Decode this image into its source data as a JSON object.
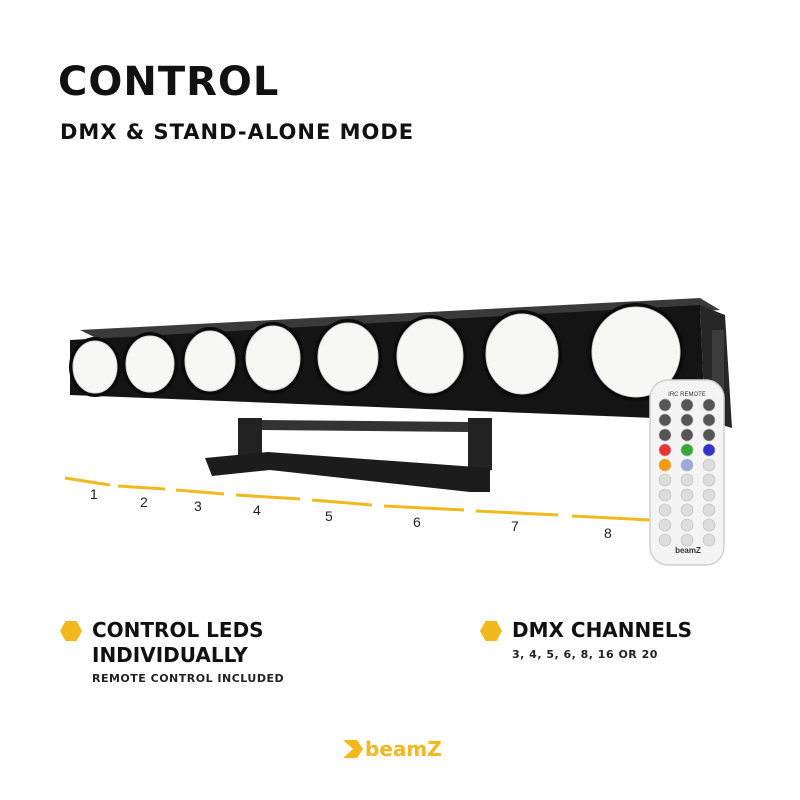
{
  "header": {
    "title": "CONTROL",
    "subtitle": "DMX & STAND-ALONE MODE"
  },
  "led_numbers": [
    "1",
    "2",
    "3",
    "4",
    "5",
    "6",
    "7",
    "8"
  ],
  "remote": {
    "label": "IRC REMOTE",
    "brand": "beamZ"
  },
  "features": [
    {
      "title_line1": "CONTROL LEDS",
      "title_line2": "INDIVIDUALLY",
      "subtitle": "REMOTE CONTROL INCLUDED"
    },
    {
      "title_line1": "DMX CHANNELS",
      "subtitle": "3, 4, 5, 6, 8, 16 OR 20"
    }
  ],
  "brand": {
    "name": "beamZ"
  },
  "colors": {
    "accent": "#f2b91e",
    "text": "#111111"
  }
}
